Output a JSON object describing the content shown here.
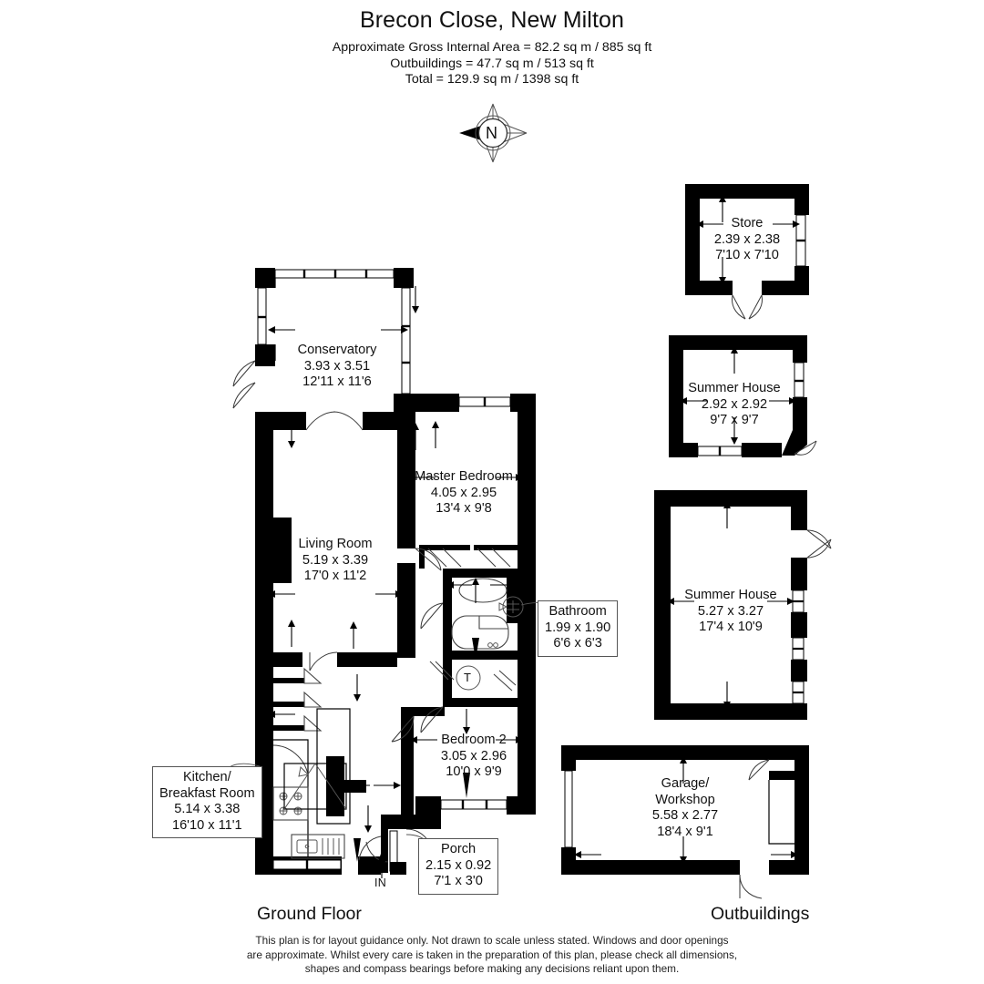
{
  "header": {
    "title": "Brecon Close, New Milton",
    "area_lines": [
      "Approximate Gross Internal Area = 82.2 sq m / 885 sq ft",
      "Outbuildings = 47.7 sq m / 513 sq ft",
      "Total = 129.9 sq m / 1398 sq ft"
    ]
  },
  "compass": {
    "label": "N"
  },
  "ground_floor": {
    "caption": "Ground Floor",
    "entry_marker": "IN",
    "tank_marker": "T",
    "rooms": [
      {
        "name": "Conservatory",
        "metric": "3.93 x 3.51",
        "imperial": "12'11 x 11'6",
        "boxed": false
      },
      {
        "name": "Living Room",
        "metric": "5.19 x 3.39",
        "imperial": "17'0 x 11'2",
        "boxed": false
      },
      {
        "name": "Master Bedroom",
        "metric": "4.05 x 2.95",
        "imperial": "13'4 x 9'8",
        "boxed": false
      },
      {
        "name": "Bathroom",
        "metric": "1.99 x 1.90",
        "imperial": "6'6 x 6'3",
        "boxed": true
      },
      {
        "name": "Bedroom 2",
        "metric": "3.05 x 2.96",
        "imperial": "10'0 x 9'9",
        "boxed": false
      },
      {
        "name": "Kitchen/",
        "name2": "Breakfast Room",
        "metric": "5.14 x 3.38",
        "imperial": "16'10 x 11'1",
        "boxed": true
      },
      {
        "name": "Porch",
        "metric": "2.15 x 0.92",
        "imperial": "7'1 x 3'0",
        "boxed": true
      }
    ]
  },
  "outbuildings": {
    "caption": "Outbuildings",
    "rooms": [
      {
        "name": "Store",
        "metric": "2.39 x 2.38",
        "imperial": "7'10 x 7'10"
      },
      {
        "name": "Summer House",
        "metric": "2.92 x 2.92",
        "imperial": "9'7 x 9'7"
      },
      {
        "name": "Summer House",
        "metric": "5.27 x 3.27",
        "imperial": "17'4 x 10'9"
      },
      {
        "name": "Garage/",
        "name2": "Workshop",
        "metric": "5.58 x 2.77",
        "imperial": "18'4 x 9'1"
      }
    ]
  },
  "disclaimer": [
    "This plan is for layout guidance only. Not drawn to scale unless stated. Windows and door openings",
    "are approximate. Whilst every care is taken in the preparation of this plan, please check all dimensions,",
    "shapes and compass bearings before making any decisions reliant upon them."
  ],
  "colors": {
    "wall": "#000000",
    "background": "#ffffff",
    "text": "#111111"
  }
}
